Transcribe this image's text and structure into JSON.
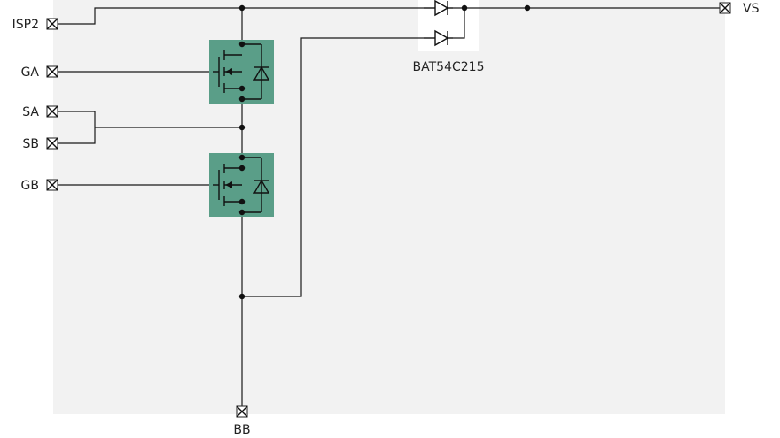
{
  "ports": {
    "isp2": "ISP2",
    "ga": "GA",
    "sa": "SA",
    "sb": "SB",
    "gb": "GB",
    "vs": "VS",
    "bb": "BB"
  },
  "components": {
    "diode_pair_label": "BAT54C215",
    "mosfet_a": "mosfet",
    "mosfet_b": "mosfet"
  },
  "colors": {
    "canvas": "#f2f2f2",
    "mosfet_fill": "#5a9e88",
    "wire": "#1a1a1a",
    "diode_box": "#ffffff"
  }
}
